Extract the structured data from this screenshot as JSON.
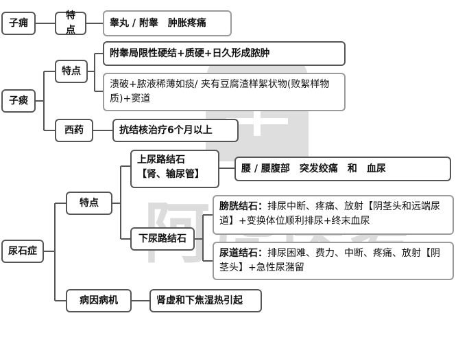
{
  "watermark": {
    "text": "阿虎医考",
    "color": "#d9d9d9"
  },
  "colors": {
    "border": "#555555",
    "light_border": "#9a9a9a",
    "text": "#111111"
  },
  "zitong": {
    "label": "子痈",
    "feature_label": "特点",
    "feature": "睾丸 / 附睾　肿胀疼痛"
  },
  "zitan": {
    "label": "子痰",
    "feature_label": "特点",
    "feature_1": "附睾局限性硬结+质硬+日久形成脓肿",
    "feature_2": "溃破+脓液稀薄如痰/ 夹有豆腐渣样絮状物(败絮样物质)+窦道",
    "western_label": "西药",
    "western": "抗结核治疗6个月以上"
  },
  "niaoshi": {
    "label": "尿石症",
    "feature_label": "特点",
    "upper": {
      "label_line1": "上尿路结石",
      "label_line2": "【肾、输尿管】",
      "desc": "腰 / 腰腹部　突发绞痛　和　血尿"
    },
    "lower": {
      "label": "下尿路结石",
      "bladder_label": "膀胱结石：",
      "bladder_desc": "排尿中断、疼痛、放射【阴茎头和远端尿道】+变换体位顺利排尿+终末血尿",
      "urethra_label": "尿道结石：",
      "urethra_desc": "排尿困难、费力、中断、疼痛、放射【阴茎头】+急性尿潴留"
    },
    "cause_label": "病因病机",
    "cause": "肾虚和下焦湿热引起"
  }
}
